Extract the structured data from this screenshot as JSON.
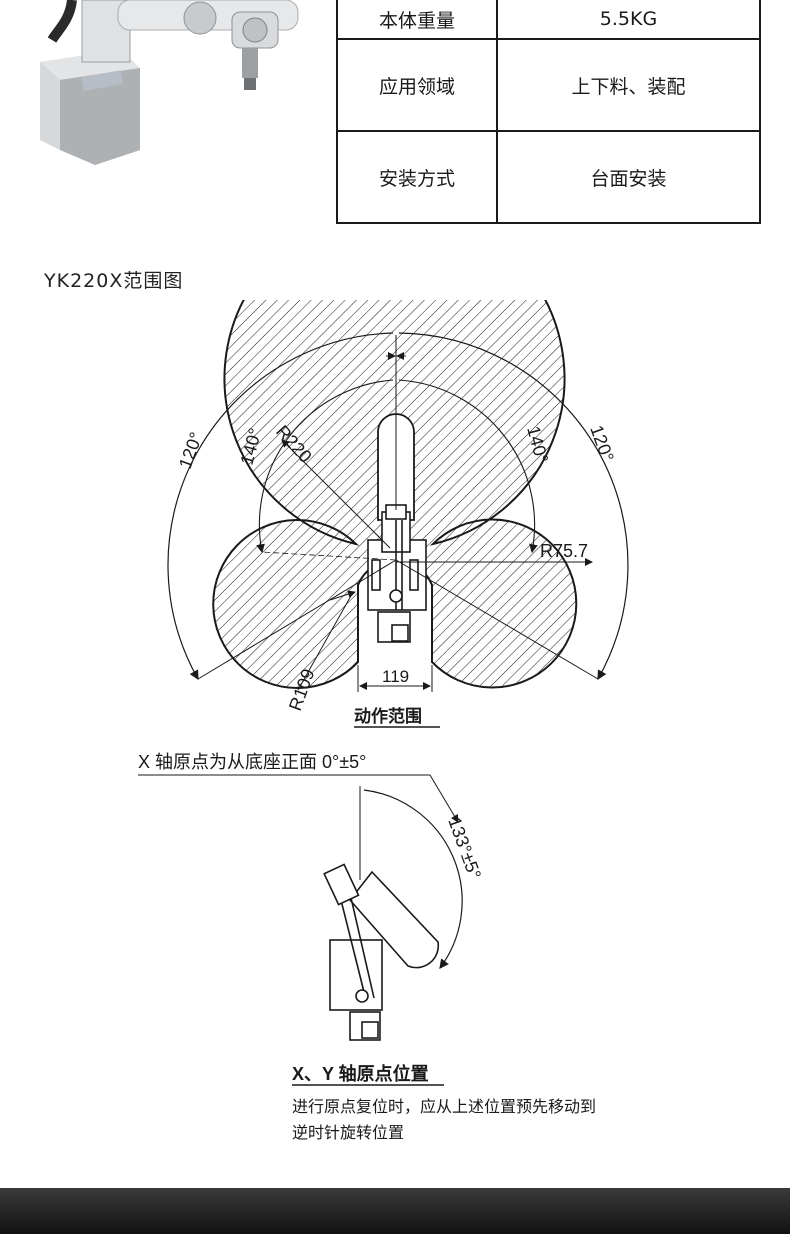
{
  "specs": [
    {
      "key": "本体重量",
      "value": "5.5KG"
    },
    {
      "key": "应用领域",
      "value": "上下料、装配"
    },
    {
      "key": "安装方式",
      "value": "台面安装"
    }
  ],
  "section_title": "YK220X范围图",
  "diagram": {
    "angle_outer_left": "120°",
    "angle_inner_left": "140°",
    "angle_inner_right": "140°",
    "angle_outer_right": "120°",
    "radius_outer": "R220",
    "radius_inner": "R75.7",
    "radius_base": "R109",
    "width_119": "119",
    "caption_range": "动作范围",
    "origin_note": "X 轴原点为从底座正面 0°±5°",
    "angle_133": "133°±5°",
    "caption_origin": "X、Y 轴原点位置",
    "note_line1": "进行原点复位时，应从上述位置预先移动到",
    "note_line2": "逆时针旋转位置"
  },
  "colors": {
    "line": "#1a1a1a",
    "photo_metal": "#c9cbcd",
    "footer": "#1c1c1c"
  }
}
